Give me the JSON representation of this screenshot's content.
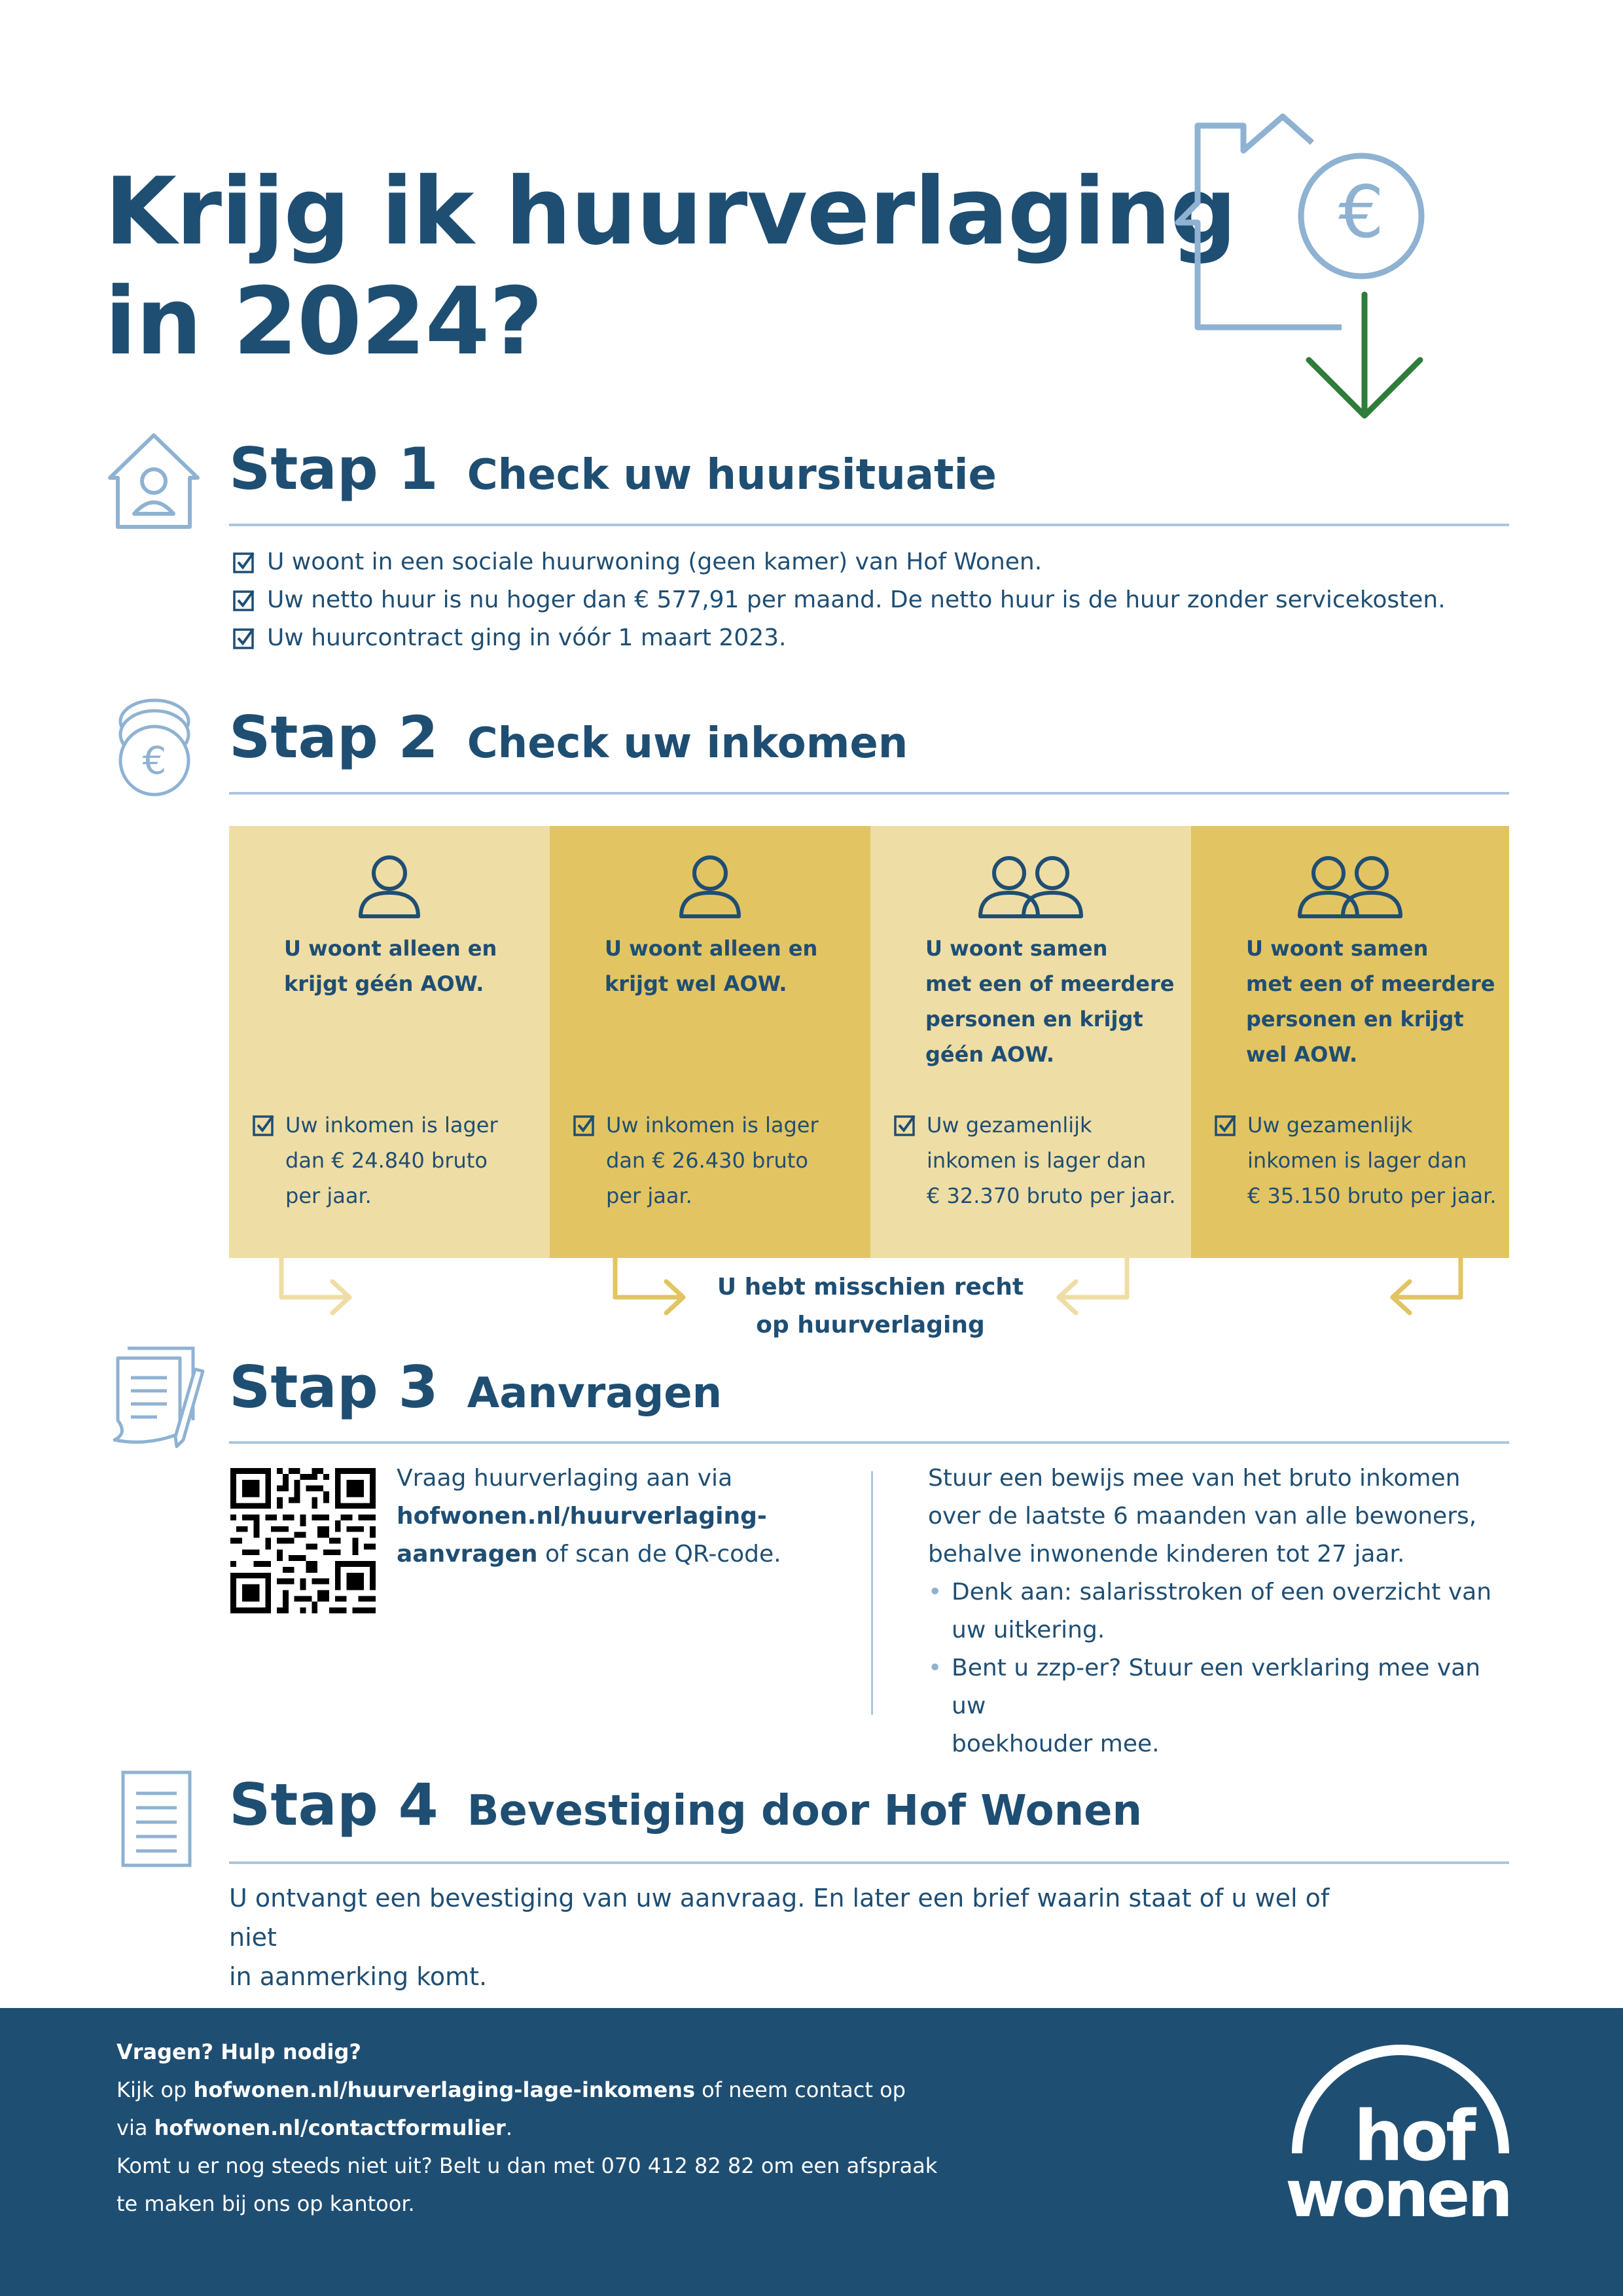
{
  "title": {
    "line1": "Krijg ik huurverlaging",
    "line2": "in 2024?"
  },
  "step1": {
    "number": "Stap 1",
    "heading": "Check uw huursituatie",
    "items": [
      "U woont in een sociale huurwoning (geen kamer) van Hof Wonen.",
      "Uw netto huur is nu hoger dan € 577,91 per maand. De netto huur is de huur zonder servicekosten.",
      "Uw huurcontract ging in vóór 1 maart 2023."
    ]
  },
  "step2": {
    "number": "Stap 2",
    "heading": "Check uw inkomen",
    "columns": [
      {
        "heading": [
          "U woont alleen en",
          "krijgt géén AOW."
        ],
        "body": [
          "Uw inkomen is lager",
          "dan € 24.840 bruto",
          "per jaar."
        ]
      },
      {
        "heading": [
          "U woont alleen en",
          "krijgt wel AOW."
        ],
        "body": [
          "Uw inkomen is lager",
          "dan € 26.430 bruto",
          "per jaar."
        ]
      },
      {
        "heading": [
          "U woont samen",
          "met een of meerdere",
          "personen en krijgt",
          "géén AOW."
        ],
        "body": [
          "Uw gezamenlijk",
          "inkomen is lager dan",
          "€ 32.370 bruto per jaar."
        ]
      },
      {
        "heading": [
          "U woont samen",
          "met een of meerdere",
          "personen en krijgt",
          "wel AOW."
        ],
        "body": [
          "Uw gezamenlijk",
          "inkomen is lager dan",
          "€ 35.150 bruto per jaar."
        ]
      }
    ],
    "result": [
      "U hebt misschien recht",
      "op huurverlaging"
    ]
  },
  "step3": {
    "number": "Stap 3",
    "heading": "Aanvragen",
    "left": {
      "pre": "Vraag huurverlaging aan via",
      "link1": "hofwonen.nl/huurverlaging-",
      "link2": "aanvragen",
      "post": " of scan de QR-code."
    },
    "right": {
      "intro": [
        "Stuur een bewijs mee van het bruto inkomen",
        "over de laatste 6 maanden van alle bewoners,",
        "behalve inwonende kinderen tot 27 jaar."
      ],
      "bullets": [
        [
          "Denk aan: salarisstroken of een overzicht van",
          "uw uitkering."
        ],
        [
          "Bent u zzp-er? Stuur een verklaring mee van uw",
          "boekhouder mee."
        ]
      ]
    }
  },
  "step4": {
    "number": "Stap 4",
    "heading": "Bevestiging door Hof Wonen",
    "text": [
      "U ontvangt een bevestiging van uw aanvraag. En later een brief waarin staat of u wel of niet",
      "in aanmerking komt."
    ]
  },
  "footer": {
    "heading": "Vragen? Hulp nodig?",
    "l2_pre": "Kijk op ",
    "l2_link": "hofwonen.nl/huurverlaging-lage-inkomens",
    "l2_post": " of neem contact op",
    "l3_pre": "via ",
    "l3_link": "hofwonen.nl/contactformulier",
    "l3_post": ".",
    "l4": "Komt u er nog steeds niet uit? Belt u dan met 070 412 82 82 om een afspraak",
    "l5": "te maken bij ons op kantoor."
  },
  "logo": {
    "line1": "hof",
    "line2": "wonen"
  },
  "colors": {
    "navy": "#1f4e73",
    "light_blue": "#8fb2d2",
    "yellow_light": "#eedda5",
    "yellow_dark": "#e2c462",
    "green": "#2e7d3a"
  },
  "icons": [
    "house-euro-icon",
    "arrow-down-icon",
    "house-person-icon",
    "coins-euro-icon",
    "documents-icon",
    "document-icon",
    "person-icon",
    "two-persons-icon",
    "checkbox-icon",
    "qr-code"
  ]
}
